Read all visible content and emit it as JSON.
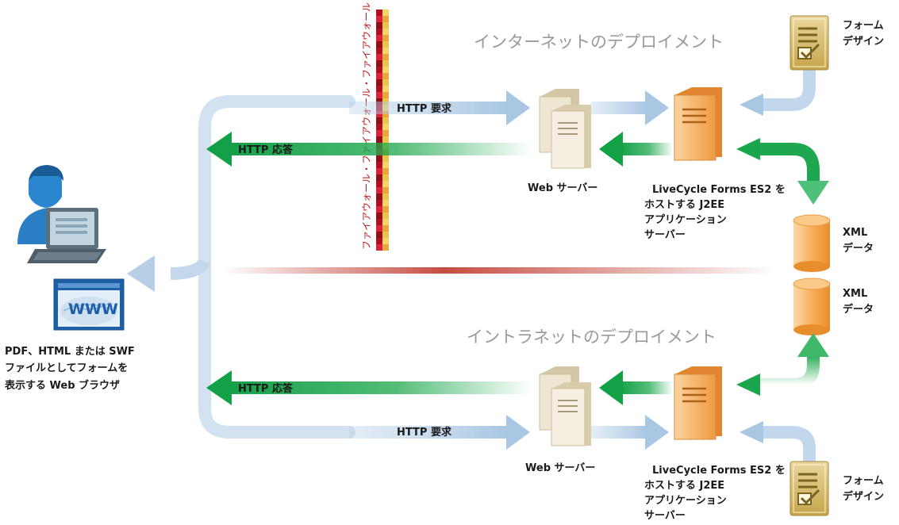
{
  "sections": {
    "internet": "インターネットのデプロイメント",
    "intranet": "イントラネットのデプロイメント"
  },
  "firewall_label": "ファイアウォール・ファイアウォール・ファイアウォール",
  "internet": {
    "http_request": "HTTP 要求",
    "http_response": "HTTP 応答",
    "web_server": "Web サーバー",
    "app_server": [
      "LiveCycle Forms ES2 を",
      "ホストする J2EE",
      "アプリケーション",
      "サーバー"
    ],
    "form_design": [
      "フォーム",
      "デザイン"
    ],
    "xml_data": [
      "XML",
      "データ"
    ]
  },
  "intranet": {
    "http_request": "HTTP 要求",
    "http_response": "HTTP 応答",
    "web_server": "Web サーバー",
    "app_server": [
      "LiveCycle Forms ES2 を",
      "ホストする J2EE",
      "アプリケーション",
      "サーバー"
    ],
    "form_design": [
      "フォーム",
      "デザイン"
    ],
    "xml_data": [
      "XML",
      "データ"
    ]
  },
  "client": {
    "caption": [
      "PDF、HTML または SWF",
      "ファイルとしてフォームを",
      "表示する Web ブラウザ"
    ],
    "www_label": "WWW"
  },
  "colors": {
    "request_arrow": "#b6cfe6",
    "response_arrow": "#1aa64a",
    "divider": "#c0392b",
    "server": "#f2a24a",
    "web_server": "#e8dcc4",
    "database": "#f5a94e",
    "form_icon": "#c9a94f"
  }
}
